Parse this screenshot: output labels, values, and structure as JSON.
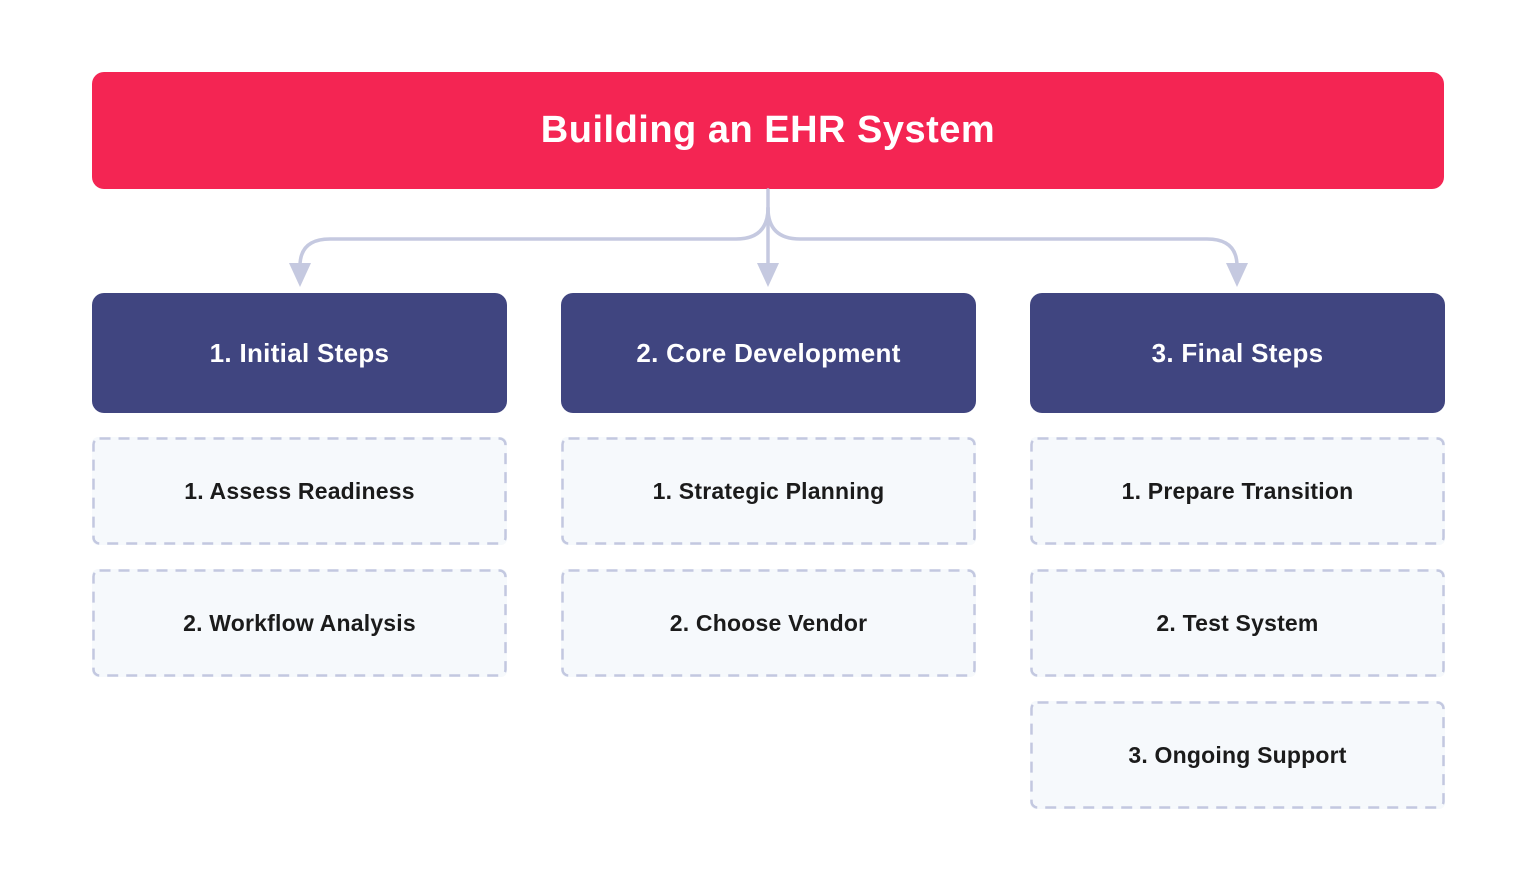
{
  "diagram": {
    "title": "Building an EHR System",
    "columns": [
      {
        "label": "1. Initial Steps",
        "items": [
          "1. Assess Readiness",
          "2. Workflow Analysis"
        ]
      },
      {
        "label": "2. Core Development",
        "items": [
          "1. Strategic Planning",
          "2. Choose Vendor"
        ]
      },
      {
        "label": "3. Final Steps",
        "items": [
          "1. Prepare Transition",
          "2. Test System",
          "3. Ongoing Support"
        ]
      }
    ],
    "colors": {
      "root_bg": "#F42553",
      "branch_bg": "#404580",
      "connector": "#C5C9E0",
      "step_bg": "#F6F9FC",
      "step_border": "#C3C8E0",
      "text_light": "#FFFFFF",
      "text_dark": "#1B1B1B"
    }
  }
}
